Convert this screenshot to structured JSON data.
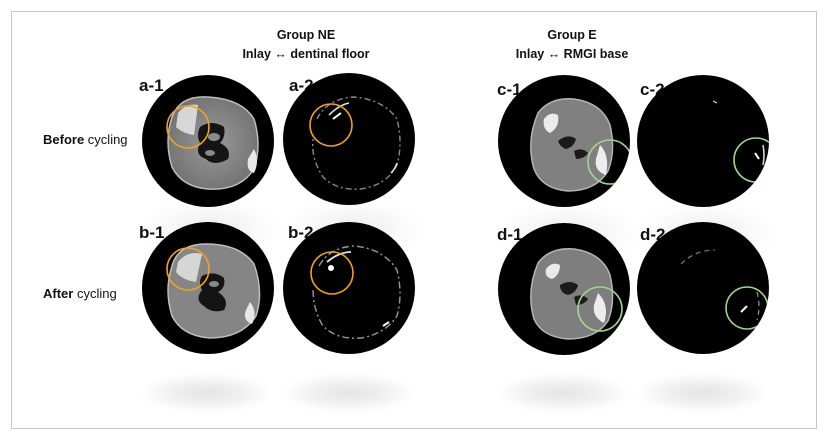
{
  "groups": [
    {
      "title_line1": "Group NE",
      "title_line2": "Inlay ↔ dentinal floor"
    },
    {
      "title_line1": "Group E",
      "title_line2": "Inlay ↔ RMGI base"
    }
  ],
  "panels": {
    "a1": "a-1",
    "a2": "a-2",
    "b1": "b-1",
    "b2": "b-2",
    "c1": "c-1",
    "c2": "c-2",
    "d1": "d-1",
    "d2": "d-2"
  },
  "rows": [
    {
      "bold": "Before",
      "rest": " cycling"
    },
    {
      "bold": "After",
      "rest": " cycling"
    }
  ],
  "colors": {
    "group_ne_circle": "#f0a31c",
    "group_e_circle": "#9fd68a"
  }
}
